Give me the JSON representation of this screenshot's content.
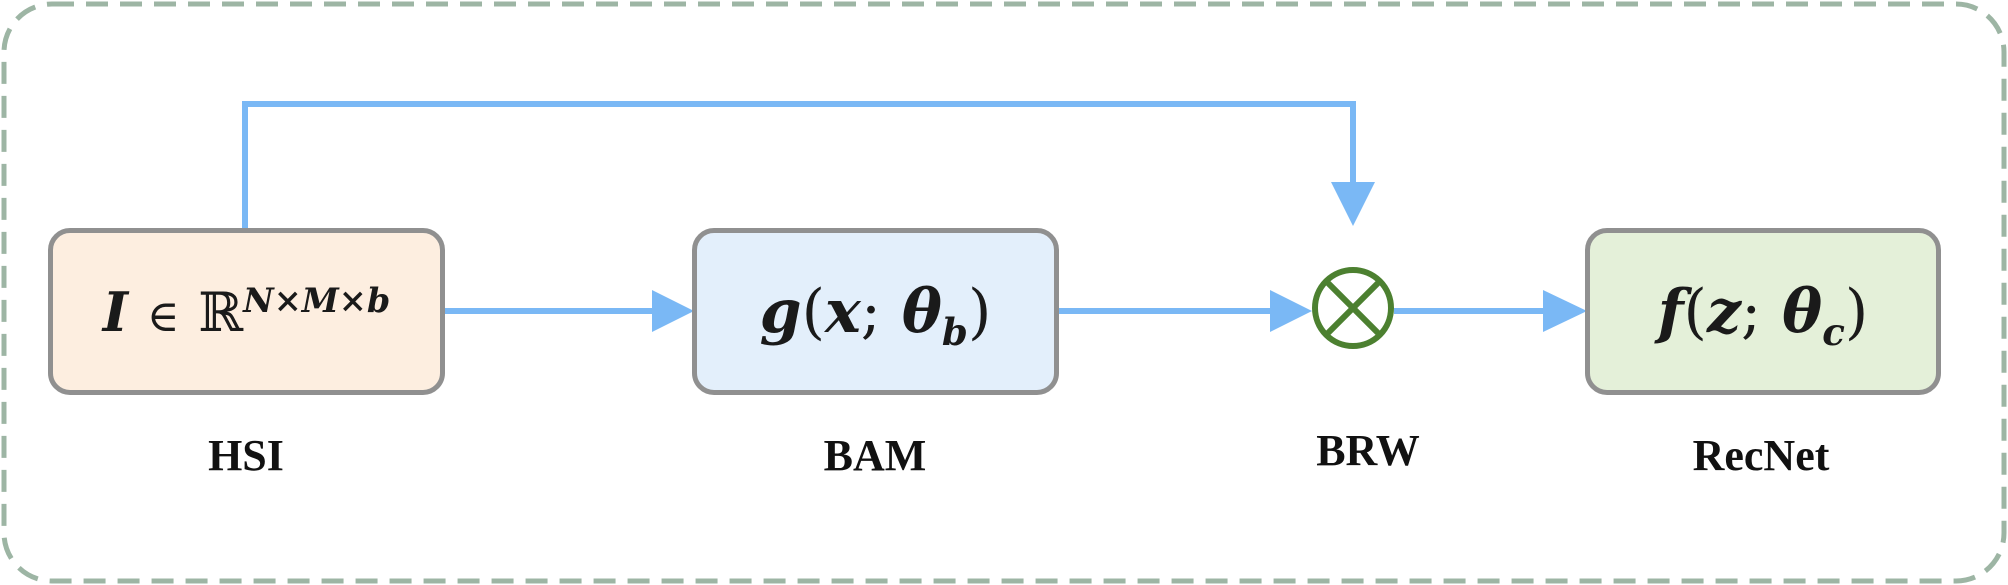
{
  "colors": {
    "frame": "#9db5a4",
    "arrow": "#7ab8f5",
    "node_border": "#909090",
    "hsi_fill": "#fdeee0",
    "bam_fill": "#e3effb",
    "recnet_fill": "#e4f0d9",
    "multiply_stroke": "#4c8030"
  },
  "nodes": {
    "hsi": {
      "label": "HSI",
      "var": "I",
      "elem": "∈",
      "set": "ℝ",
      "dims": "N×M×b"
    },
    "bam": {
      "label": "BAM",
      "fn": "g",
      "open": "(",
      "arg": "x",
      "sep": ";",
      "param": "θ",
      "sub": "b",
      "close": ")"
    },
    "brw": {
      "label": "BRW",
      "icon": "multiply-circle-icon"
    },
    "recnet": {
      "label": "RecNet",
      "fn": "f",
      "open": "(",
      "arg": "z",
      "sep": ";",
      "param": "θ",
      "sub": "c",
      "close": ")"
    }
  }
}
